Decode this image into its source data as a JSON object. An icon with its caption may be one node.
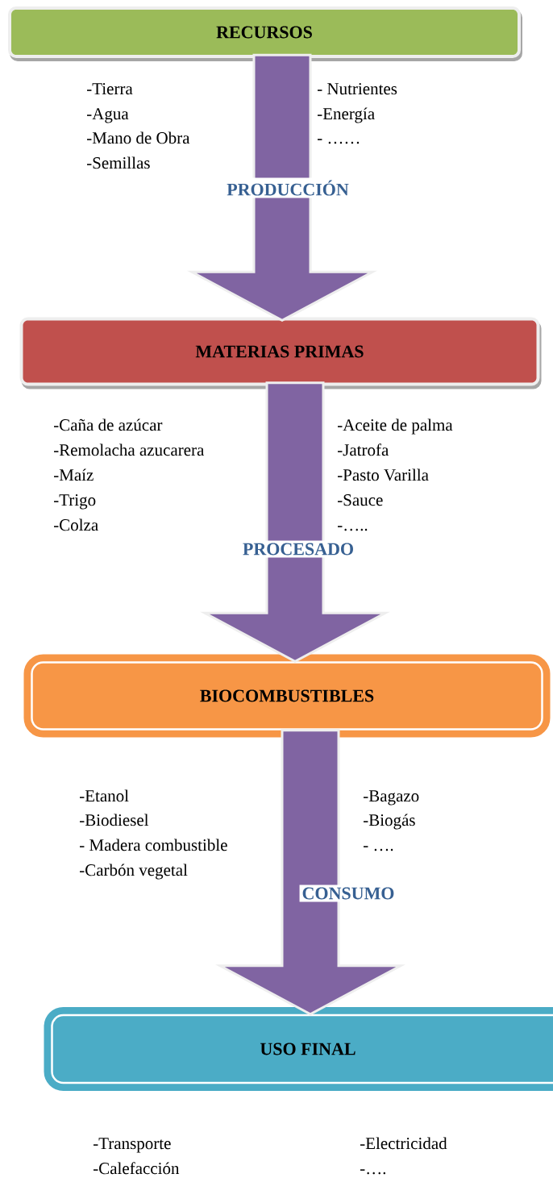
{
  "diagram": {
    "nodes": [
      {
        "text": [
          "RECURSOS"
        ],
        "beside": [
          "-Tierra",
          "-Agua",
          "-Mano de Obra",
          "-Semillas",
          "- Nutrientes",
          "-Energía",
          "- ……"
        ]
      },
      {
        "text": [
          "MATERIAS PRIMAS"
        ],
        "beside": [
          "-Caña de azúcar",
          "-Remolacha azucarera",
          "-Maíz",
          "-Trigo",
          "-Colza",
          "-Aceite de palma",
          "-Jatrofa",
          "-Pasto Varilla",
          "-Sauce",
          "-….."
        ]
      },
      {
        "text": [
          "BIOCOMBUSTIBLES"
        ],
        "beside": [
          "-Etanol",
          "-Biodiesel",
          "- Madera combustible",
          "-Carbón vegetal",
          "-Bagazo",
          "-Biogás",
          "- …."
        ]
      },
      {
        "text": [
          "USO FINAL"
        ],
        "beside": [
          "-Transporte",
          "-Calefacción",
          "-Electricidad",
          "-…."
        ]
      }
    ],
    "edges": [
      {
        "from": 0,
        "to": 1,
        "arrow": "to",
        "label": "PRODUCCIÓN"
      },
      {
        "from": 1,
        "to": 2,
        "arrow": "to",
        "label": "PROCESADO"
      },
      {
        "from": 2,
        "to": 3,
        "arrow": "to",
        "label": "CONSUMO"
      }
    ]
  }
}
